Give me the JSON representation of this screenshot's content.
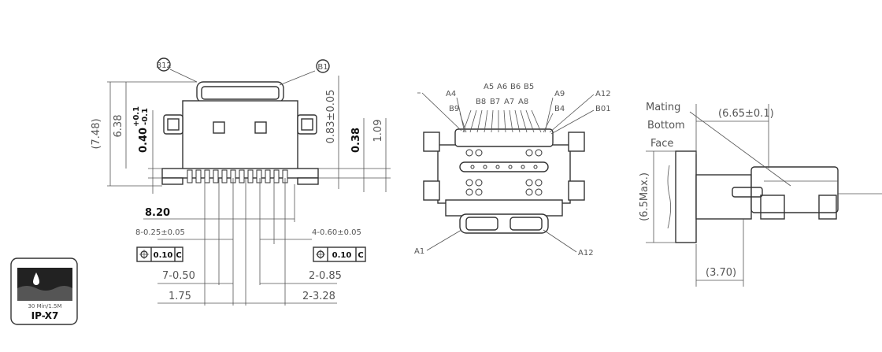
{
  "colors": {
    "line": "#333333",
    "dim_text": "#555555",
    "ink": "#111111",
    "background": "#ffffff"
  },
  "icons": [
    "ip-x7-water-icon",
    "b-callout-circle-icon",
    "gdt-position-icon"
  ],
  "front_view": {
    "callout_left": "B12",
    "callout_right": "B1",
    "dim_7_48": "(7.48)",
    "dim_6_38": "6.38",
    "dim_0_40": "0.40",
    "dim_0_40_tol_plus": "+0.1",
    "dim_0_40_tol_minus": "-0.1",
    "dim_0_83": "0.83±0.05",
    "dim_0_38": "0.38",
    "dim_1_09": "1.09",
    "dim_8_20": "8.20",
    "pitch_left": "8-0.25±0.05",
    "pitch_right": "4-0.60±0.05",
    "tol_left_value": "0.10",
    "tol_left_datum": "C",
    "tol_right_value": "0.10",
    "tol_right_datum": "C",
    "dim_7_0_50": "7-0.50",
    "dim_2_0_85": "2-0.85",
    "dim_1_75": "1.75",
    "dim_2_3_28": "2-3.28"
  },
  "ip_badge": {
    "line1": "30 Min/1.5M",
    "line2": "IP-X7"
  },
  "pin_view": {
    "labels_top": [
      "A5",
      "A6",
      "B6",
      "B5"
    ],
    "labels_row2": [
      "B8",
      "B7",
      "A7",
      "A8"
    ],
    "label_a4": "A4",
    "label_b9": "B9",
    "label_a9": "A9",
    "label_a12_top": "A12",
    "label_b4": "B4",
    "label_b01": "B01",
    "label_a1": "A1",
    "label_a12_bottom": "A12"
  },
  "side_view": {
    "mating_line1": "Mating",
    "mating_line2": "Bottom",
    "mating_line3": "Face",
    "dim_6_65": "(6.65±0.1)",
    "dim_6_5": "(6.5Max.)",
    "dim_3_70": "(3.70)"
  }
}
